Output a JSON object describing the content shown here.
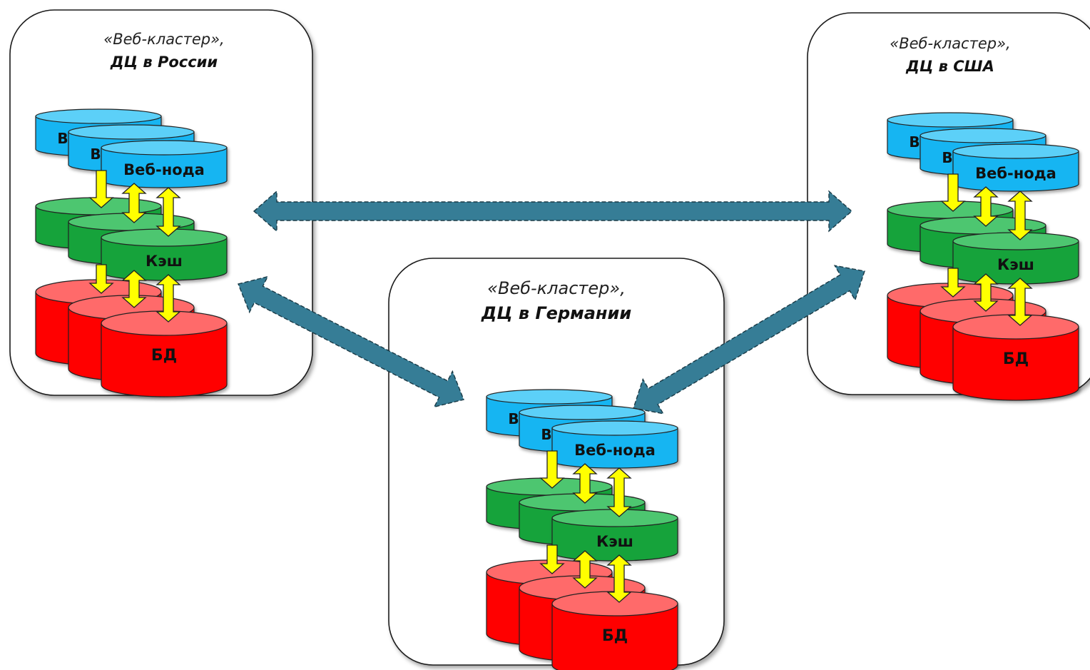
{
  "diagram": {
    "colors": {
      "web": "#19b5f2",
      "web_top": "#5cd0f8",
      "cache": "#12a33a",
      "cache_top": "#4ec66f",
      "db": "#ff0000",
      "db_top": "#ff6a6a",
      "yellow_arrow": "#ffff00",
      "link_arrow": "#367d96"
    },
    "clusters": [
      {
        "id": "russia",
        "line1": "«Веб-кластер»,",
        "line2": "ДЦ в России",
        "web_label": "Веб-нода",
        "web_partial_1": "В",
        "web_partial_2": "В",
        "cache_label": "Кэш",
        "db_label": "БД"
      },
      {
        "id": "usa",
        "line1": "«Веб-кластер»,",
        "line2": "ДЦ в США",
        "web_label": "Веб-нода",
        "web_partial_1": "В",
        "web_partial_2": "В",
        "cache_label": "Кэш",
        "db_label": "БД"
      },
      {
        "id": "germany",
        "line1": "«Веб-кластер»,",
        "line2": "ДЦ в Германии",
        "web_label": "Веб-нода",
        "web_partial_1": "В",
        "web_partial_2": "В",
        "cache_label": "Кэш",
        "db_label": "БД"
      }
    ],
    "links": [
      {
        "from": "russia",
        "to": "usa"
      },
      {
        "from": "russia",
        "to": "germany"
      },
      {
        "from": "usa",
        "to": "germany"
      }
    ]
  }
}
